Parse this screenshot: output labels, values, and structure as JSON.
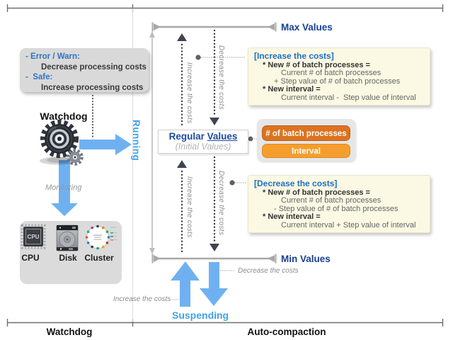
{
  "section_labels": {
    "left": "Watchdog",
    "right": "Auto-compaction"
  },
  "watchdog": {
    "policy_box": {
      "error_label": "- Error / Warn:",
      "error_action": "Decrease processing costs",
      "safe_label": "-  Safe:",
      "safe_action": "Increase processing costs"
    },
    "title": "Watchdog",
    "monitoring_label": "Monitoring",
    "cpu_chip_text": "CPU",
    "hardware_labels": {
      "cpu": "CPU",
      "disk": "Disk",
      "cluster": "Cluster"
    }
  },
  "states": {
    "running_label": "Running",
    "suspending_label": "Suspending"
  },
  "compaction": {
    "max_label": "Max Values",
    "min_label": "Min Values",
    "regular_box": {
      "title_prefix": "Regular",
      "title_underlined": "Values",
      "subtitle": "(Initial Values)"
    },
    "axis_labels": {
      "upper_increase": "Increase the costs",
      "upper_decrease": "Decrease the costs",
      "lower_increase": "Increase the costs",
      "lower_decrease": "Decrease the costs"
    },
    "increase_box": {
      "title": "[Increase the costs]",
      "eq1_lhs": "* New # of batch processes =",
      "eq1_line1": "Current # of batch processes",
      "eq1_line2": "+ Step value of # of batch processes",
      "eq2_lhs": "* New interval =",
      "eq2_line1": "Current interval -  Step value of interval"
    },
    "decrease_box": {
      "title": "[Decrease the costs]",
      "eq1_lhs": "* New # of batch processes =",
      "eq1_line1": "Current # of batch processes",
      "eq1_line2": "- Step value of # of batch processes",
      "eq2_lhs": "* New interval =",
      "eq2_line1": "Current interval + Step value of interval"
    },
    "params": {
      "batch_label": "# of batch processes",
      "interval_label": "Interval"
    },
    "suspend_notes": {
      "increase": "Increase the costs",
      "decrease": "Decrease the costs"
    }
  },
  "colors": {
    "arrow_blue": "#6FB1F0",
    "state_blue": "#3FA2E8",
    "navy": "#19408F",
    "heading_blue": "#1E6FC5",
    "policy_blue": "#2E74C4",
    "cream_bg": "#FBF8E3",
    "orange_dark": "#DC7320",
    "orange_light": "#F59E2D",
    "gray_box": "#D9D9D9"
  }
}
